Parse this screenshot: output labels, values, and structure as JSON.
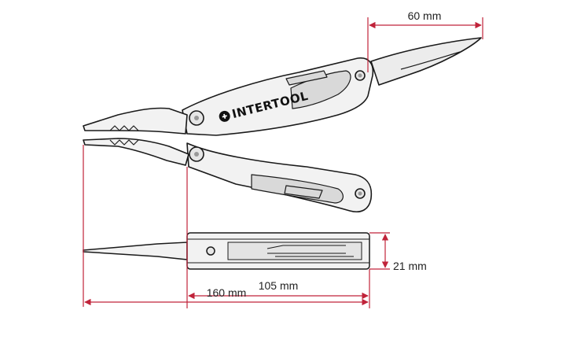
{
  "brand": {
    "name": "INTERTOOL",
    "icon": "intertool-logo-icon"
  },
  "dimensions": {
    "blade_length": "60 mm",
    "folded_thickness": "21 mm",
    "handle_length": "105 mm",
    "total_length": "160 mm"
  },
  "colors": {
    "dimension_line": "#c0233a",
    "outline": "#1a1a1a",
    "steel_light": "#f2f2f2",
    "steel_shade": "#d9d9d9"
  }
}
